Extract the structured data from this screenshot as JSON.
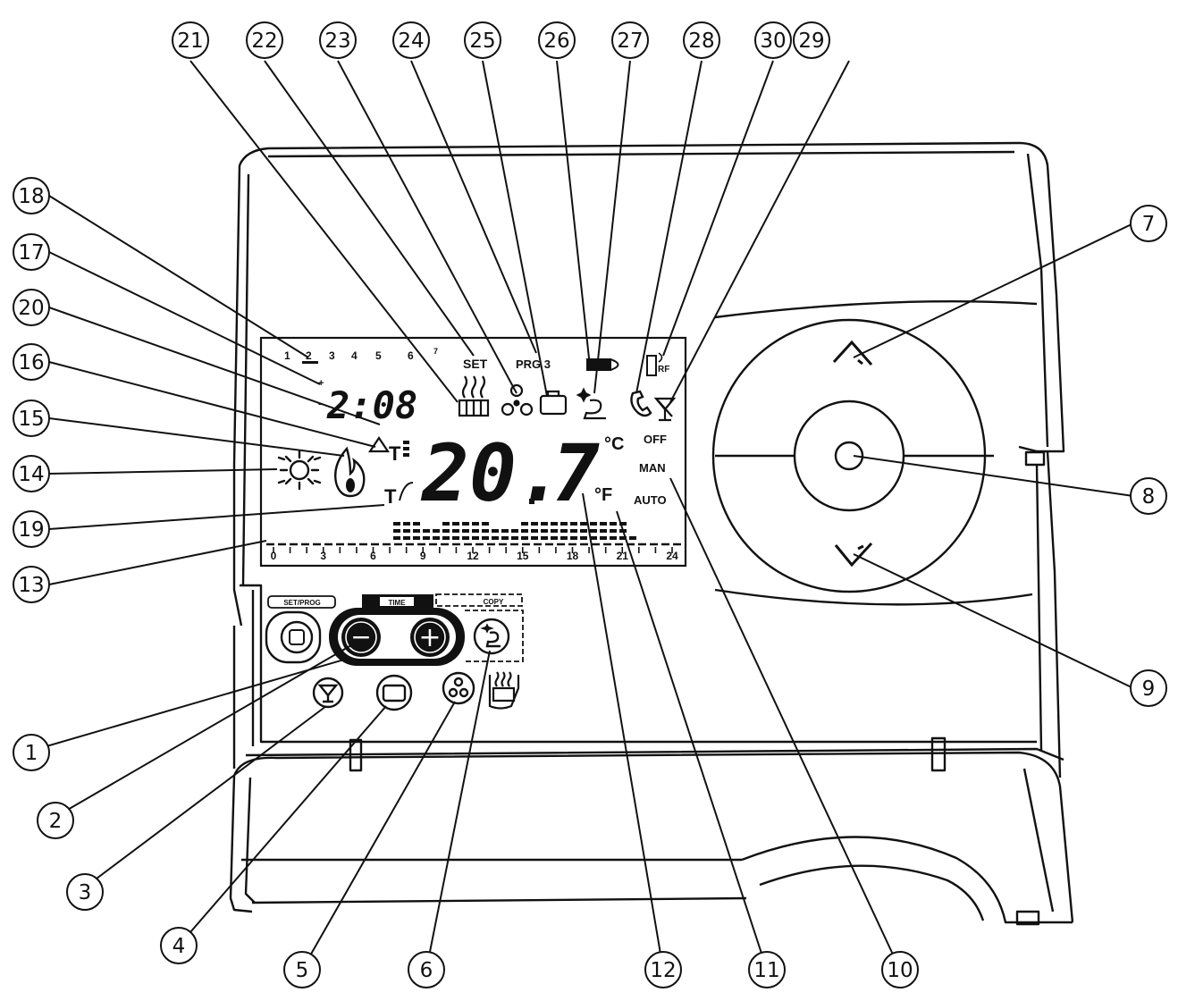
{
  "callouts": [
    "1",
    "2",
    "3",
    "4",
    "5",
    "6",
    "7",
    "8",
    "9",
    "10",
    "11",
    "12",
    "13",
    "14",
    "15",
    "16",
    "17",
    "18",
    "19",
    "20",
    "21",
    "22",
    "23",
    "24",
    "25",
    "26",
    "27",
    "28",
    "29",
    "30"
  ],
  "display": {
    "day_numbers": [
      "1",
      "2",
      "3",
      "4",
      "5",
      "6",
      "7"
    ],
    "time": "2:08",
    "temperature_int": "20.",
    "temperature_dec": "7",
    "unit_c": "°C",
    "unit_f": "°F",
    "set_label": "SET",
    "prog_label": "PRG 3",
    "rf_label": "RF",
    "mode_off": "OFF",
    "mode_man": "MAN",
    "mode_auto": "AUTO",
    "hour_ticks": [
      "0",
      "3",
      "6",
      "9",
      "12",
      "15",
      "18",
      "21",
      "24"
    ],
    "t_symbol": "T"
  },
  "keypad": {
    "label_set_prog": "SET/PROG",
    "label_time": "TIME",
    "label_copy": "COPY",
    "minus": "−",
    "plus": "+"
  }
}
